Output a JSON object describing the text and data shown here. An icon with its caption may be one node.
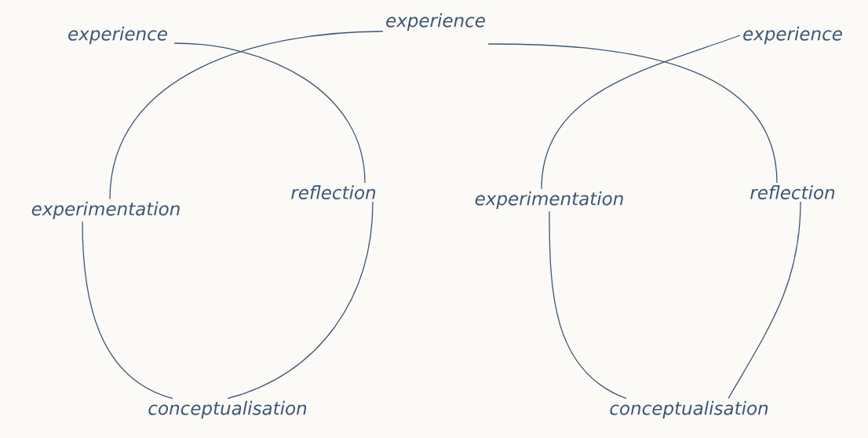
{
  "diagram": {
    "nodes": [
      {
        "text": [
          "experience"
        ]
      },
      {
        "text": [
          "experience"
        ]
      },
      {
        "text": [
          "experience"
        ]
      },
      {
        "text": [
          "experimentation"
        ]
      },
      {
        "text": [
          "reflection"
        ]
      },
      {
        "text": [
          "experimentation"
        ]
      },
      {
        "text": [
          "reflection"
        ]
      },
      {
        "text": [
          "conceptualisation"
        ]
      },
      {
        "text": [
          "conceptualisation"
        ]
      }
    ],
    "edges": [
      {
        "from": 0,
        "to": 4,
        "arrow": "none"
      },
      {
        "from": 1,
        "to": 3,
        "arrow": "none"
      },
      {
        "from": 1,
        "to": 6,
        "arrow": "none"
      },
      {
        "from": 2,
        "to": 5,
        "arrow": "none"
      },
      {
        "from": 4,
        "to": 7,
        "arrow": "none"
      },
      {
        "from": 3,
        "to": 7,
        "arrow": "none"
      },
      {
        "from": 6,
        "to": 8,
        "arrow": "none"
      },
      {
        "from": 5,
        "to": 8,
        "arrow": "none"
      }
    ]
  }
}
